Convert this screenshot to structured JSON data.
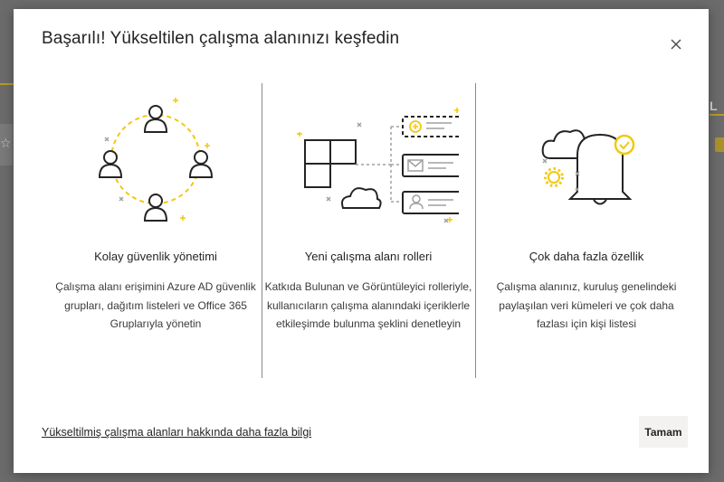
{
  "dialog": {
    "title": "Başarılı! Yükseltilen çalışma alanınızı keşfedin",
    "close_icon": "close-icon",
    "features": [
      {
        "icon": "people-circle-illustration",
        "title": "Kolay güvenlik yönetimi",
        "description": "Çalışma alanı erişimini Azure AD güvenlik grupları, dağıtım listeleri ve Office 365 Gruplarıyla yönetin"
      },
      {
        "icon": "workspace-roles-illustration",
        "title": "Yeni çalışma alanı rolleri",
        "description": "Katkıda Bulunan ve Görüntüleyici rolleriyle, kullanıcıların çalışma alanındaki içeriklerle etkileşimde bulunma şeklini denetleyin"
      },
      {
        "icon": "bell-notification-illustration",
        "title": "Çok daha fazla özellik",
        "description": "Çalışma alanınız, kuruluş genelindeki paylaşılan veri kümeleri ve çok daha fazlası için kişi listesi"
      }
    ],
    "learn_more_link": "Yükseltilmiş çalışma alanları hakkında daha fazla bilgi",
    "ok_button": "Tamam"
  },
  "background": {
    "right_edge_text": "L",
    "star_icon": "star-icon"
  },
  "colors": {
    "accent_yellow": "#f2c811",
    "line_dark": "#252423",
    "overlay": "#6b6b6b"
  }
}
